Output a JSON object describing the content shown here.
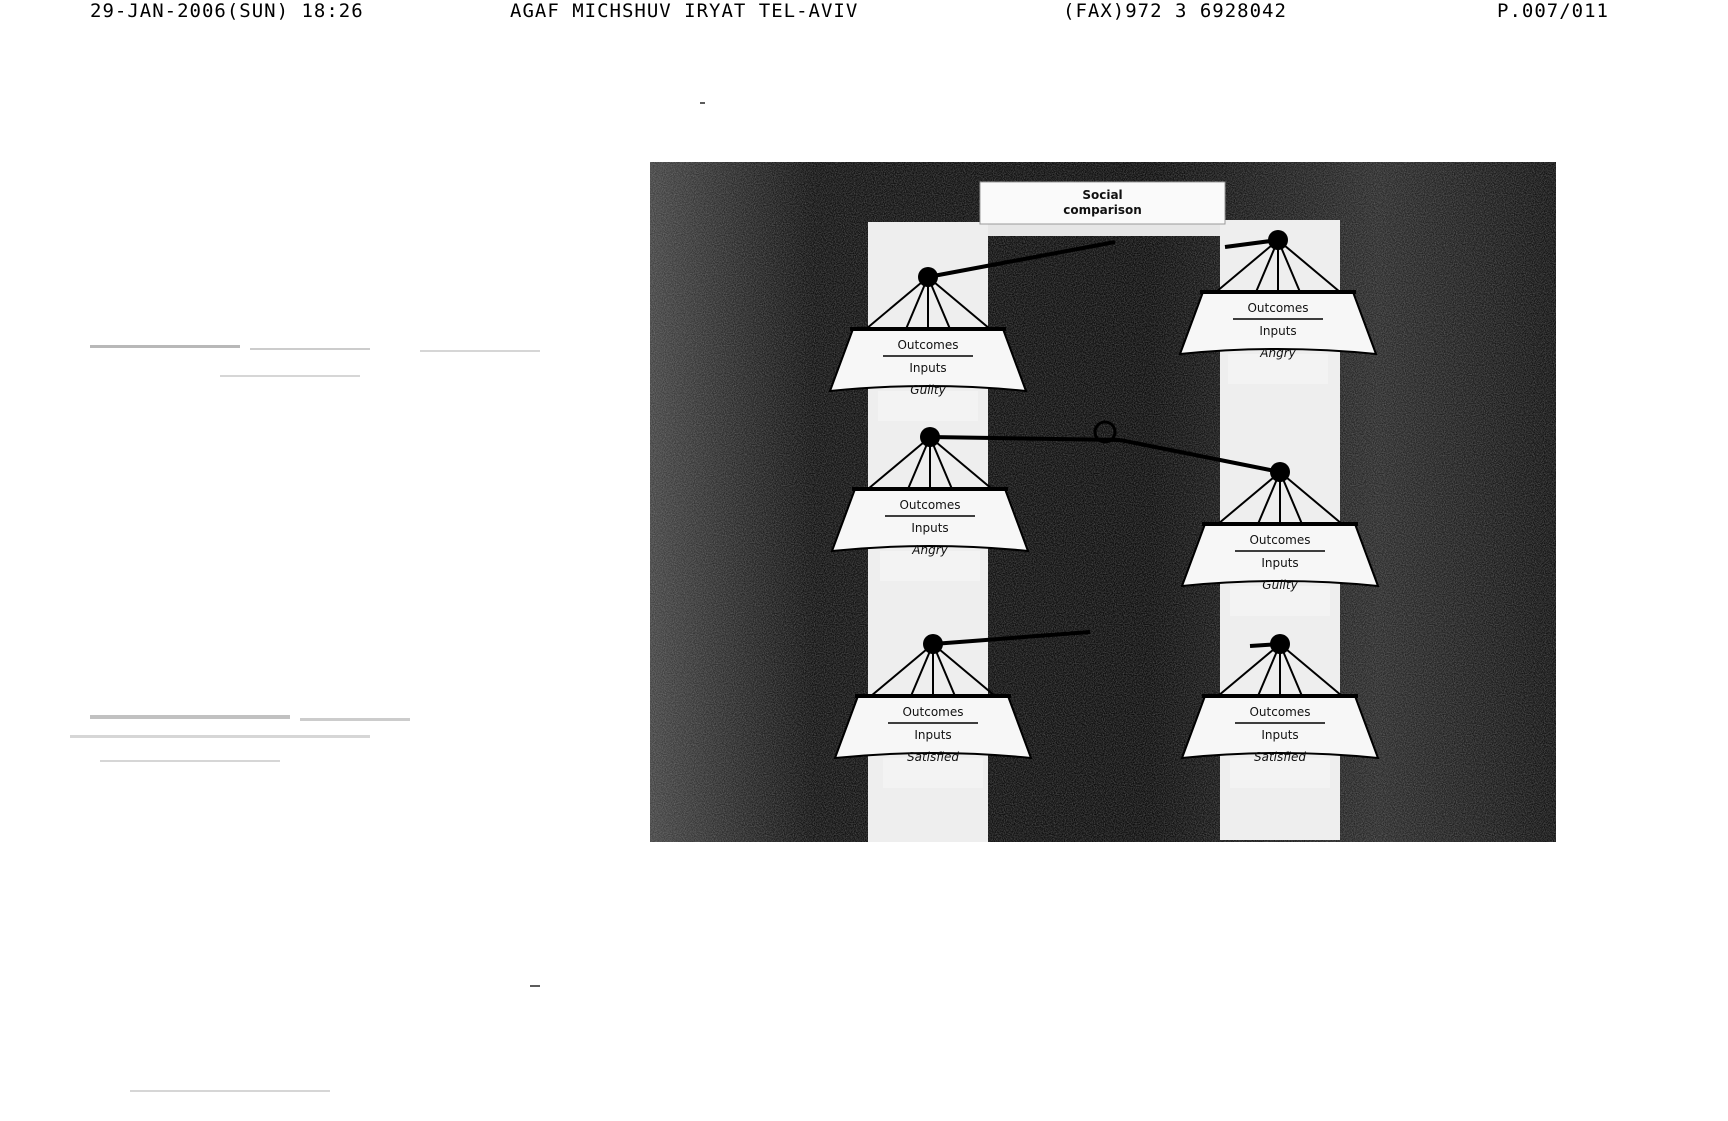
{
  "fax_header": {
    "date_time": "29-JAN-2006(SUN) 18:26",
    "sender": "AGAF MICHSHUV IRYAT TEL-AVIV",
    "fax_number": "(FAX)972 3 6928042",
    "page": "P.007/011"
  },
  "diagram": {
    "top_label_line1": "Social",
    "top_label_line2": "comparison",
    "scales": [
      {
        "id": "left-1",
        "outcomes": "Outcomes",
        "inputs": "Inputs",
        "state": "Guilty"
      },
      {
        "id": "right-1",
        "outcomes": "Outcomes",
        "inputs": "Inputs",
        "state": "Angry"
      },
      {
        "id": "left-2",
        "outcomes": "Outcomes",
        "inputs": "Inputs",
        "state": "Angry"
      },
      {
        "id": "right-2",
        "outcomes": "Outcomes",
        "inputs": "Inputs",
        "state": "Guilty"
      },
      {
        "id": "left-3",
        "outcomes": "Outcomes",
        "inputs": "Inputs",
        "state": "Satisfied"
      },
      {
        "id": "right-3",
        "outcomes": "Outcomes",
        "inputs": "Inputs",
        "state": "Satisfied"
      }
    ]
  }
}
